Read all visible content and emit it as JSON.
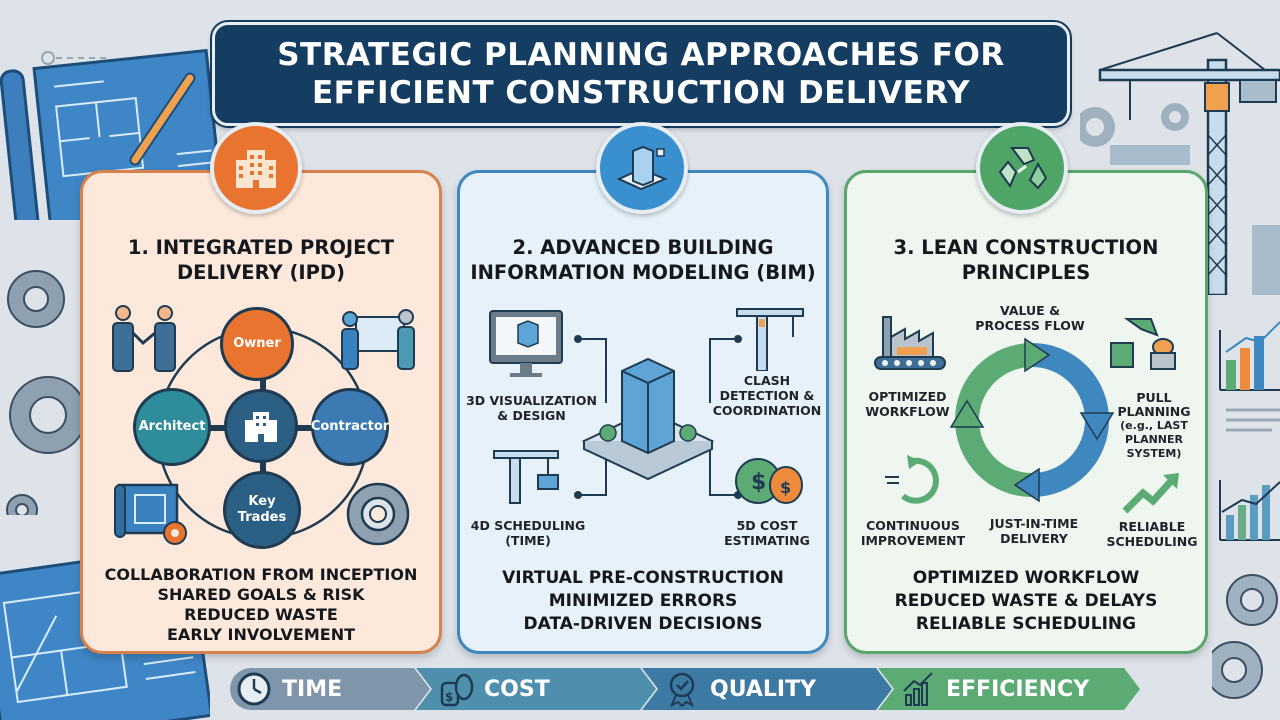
{
  "title": {
    "line1": "STRATEGIC PLANNING APPROACHES FOR",
    "line2": "EFFICIENT CONSTRUCTION DELIVERY"
  },
  "colors": {
    "background": "#dde3e9",
    "title_bg": "#143d61",
    "ipd_accent": "#e8742f",
    "bim_accent": "#3f88bf",
    "lean_accent": "#5ba56b"
  },
  "panels": [
    {
      "title_line1": "1. INTEGRATED PROJECT",
      "title_line2": "DELIVERY (IPD)",
      "badge_icon": "building-icon",
      "nodes": {
        "top": "Owner",
        "left": "Architect",
        "right": "Contractor",
        "bottom_line1": "Key",
        "bottom_line2": "Trades"
      },
      "summary": [
        "COLLABORATION FROM INCEPTION",
        "SHARED GOALS & RISK",
        "REDUCED WASTE",
        "EARLY INVOLVEMENT"
      ]
    },
    {
      "title_line1": "2. ADVANCED BUILDING",
      "title_line2": "INFORMATION MODELING (BIM)",
      "badge_icon": "bim-model-icon",
      "features": [
        {
          "line1": "3D VISUALIZATION",
          "line2": "& DESIGN",
          "icon": "monitor-icon"
        },
        {
          "line1": "CLASH",
          "line2": "DETECTION &",
          "line3": "COORDINATION",
          "icon": "crane-icon"
        },
        {
          "line1": "4D SCHEDULING",
          "line2": "(TIME)",
          "icon": "crane-load-icon"
        },
        {
          "line1": "5D COST",
          "line2": "ESTIMATING",
          "icon": "money-bags-icon"
        }
      ],
      "summary": [
        "VIRTUAL PRE-CONSTRUCTION",
        "MINIMIZED ERRORS",
        "DATA-DRIVEN DECISIONS"
      ]
    },
    {
      "title_line1": "3. LEAN CONSTRUCTION",
      "title_line2": "PRINCIPLES",
      "badge_icon": "recycle-icon",
      "features": [
        {
          "line1": "VALUE &",
          "line2": "PROCESS FLOW"
        },
        {
          "line1": "OPTIMIZED",
          "line2": "WORKFLOW",
          "icon": "factory-icon"
        },
        {
          "line1": "PULL",
          "line2": "PLANNING",
          "line3": "(e.g., LAST",
          "line4": "PLANNER",
          "line5": "SYSTEM)",
          "icon": "pull-planning-icon"
        },
        {
          "line1": "CONTINUOUS",
          "line2": "IMPROVEMENT",
          "icon": "cycle-icon"
        },
        {
          "line1": "JUST-IN-TIME",
          "line2": "DELIVERY"
        },
        {
          "line1": "RELIABLE",
          "line2": "SCHEDULING",
          "icon": "trend-up-icon"
        }
      ],
      "summary": [
        "OPTIMIZED WORKFLOW",
        "REDUCED WASTE & DELAYS",
        "RELIABLE SCHEDULING"
      ]
    }
  ],
  "ribbon": [
    {
      "label": "TIME",
      "icon": "clock-icon",
      "color": "#7f96aa"
    },
    {
      "label": "COST",
      "icon": "money-bag-icon",
      "color": "#4f8fae"
    },
    {
      "label": "QUALITY",
      "icon": "badge-check-icon",
      "color": "#3d7aa3"
    },
    {
      "label": "EFFICIENCY",
      "icon": "growth-chart-icon",
      "color": "#5dab74"
    }
  ]
}
